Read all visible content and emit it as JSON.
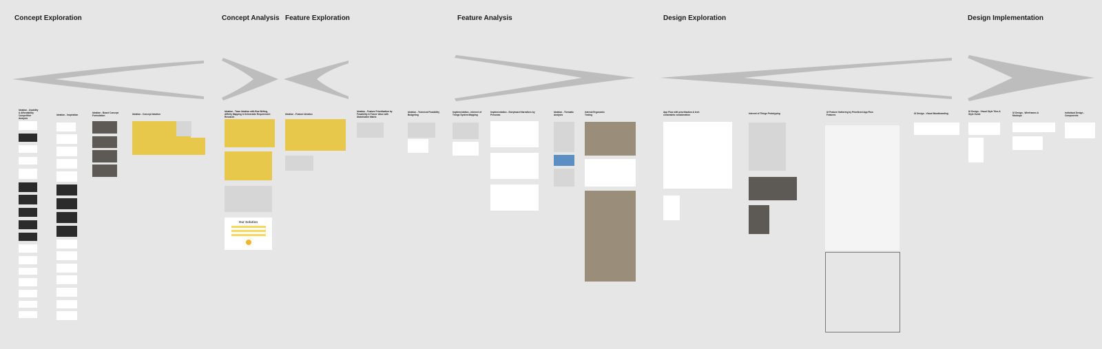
{
  "board": {
    "phases": [
      {
        "id": "concept-exploration",
        "label": "Concept Exploration",
        "direction": "left"
      },
      {
        "id": "concept-analysis",
        "label": "Concept Analysis",
        "direction": "right"
      },
      {
        "id": "feature-exploration",
        "label": "Feature Exploration",
        "direction": "left"
      },
      {
        "id": "feature-analysis",
        "label": "Feature Analysis",
        "direction": "right"
      },
      {
        "id": "design-exploration",
        "label": "Design Exploration",
        "direction": "left"
      },
      {
        "id": "design-implementation",
        "label": "Design Implementation",
        "direction": "right"
      }
    ],
    "chevron_color": "#bdbdbd",
    "columns": [
      "Ideation - Usability & Affordability Competitive Analysis",
      "Ideation - Inspiration",
      "Ideation - Board Concept Formulation",
      "Ideation - Concept Ideation",
      "Ideation - Team Ideation with Bus Writing, Affinity Mapping & Deliverable Requirement Research",
      "Ideation - Feature Ideation",
      "Ideation - Feature Prioritization by Feasibility & Future Value with Stakeholder Matrix",
      "Ideation - Technical Feasibility Budgeting",
      "Implementation - Internet of Things System Mapping",
      "Implementation - Storyboard Narratives by Personas",
      "Ideation - Thematic Analysis",
      "Internal Ergonomic Testing",
      "App Flow with prioritization & tech constraints consideration",
      "Internet of Things Prototyping",
      "UI Feature Gathering by Prioritized App Flow Features",
      "UI Design - Visual Moodboarding",
      "UI Design - Visual Style Tiles & Style Guide",
      "UI Design - Wireframes & Mockups",
      "Individual Design - Components"
    ],
    "solution_card": {
      "title": "Our Solution"
    }
  }
}
